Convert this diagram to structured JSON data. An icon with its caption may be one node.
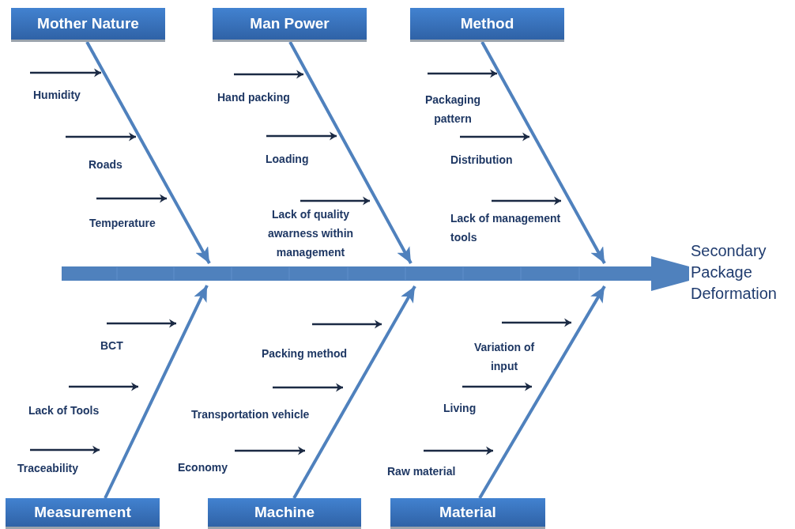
{
  "diagram": {
    "nodes": [
      {
        "text": [
          "Mother Nature"
        ]
      },
      {
        "text": [
          "Man Power"
        ]
      },
      {
        "text": [
          "Method"
        ]
      },
      {
        "text": [
          "Secondary Package Deformation"
        ]
      },
      {
        "text": [
          "Measurement"
        ]
      },
      {
        "text": [
          "Machine"
        ]
      },
      {
        "text": [
          "Material"
        ]
      }
    ],
    "edges": [
      {
        "from": 0,
        "to": null,
        "arrow": "to"
      },
      {
        "from": 1,
        "to": null,
        "arrow": "to"
      },
      {
        "from": 2,
        "to": null,
        "arrow": "to"
      },
      {
        "from": 4,
        "to": null,
        "arrow": "to"
      },
      {
        "from": 5,
        "to": null,
        "arrow": "to"
      },
      {
        "from": 6,
        "to": null,
        "arrow": "to"
      },
      {
        "from": null,
        "to": 3,
        "arrow": "to",
        "style": "thick"
      }
    ],
    "labels": [
      "Humidity",
      "Roads",
      "Temperature",
      "Hand packing",
      "Loading",
      "Lack of quality awarness within management",
      "Packaging pattern",
      "Distribution",
      "Lack of management tools",
      "BCT",
      "Lack of Tools",
      "Traceability",
      "Packing method",
      "Transportation vehicle",
      "Economy",
      "Variation of input",
      "Living",
      "Raw material"
    ]
  }
}
